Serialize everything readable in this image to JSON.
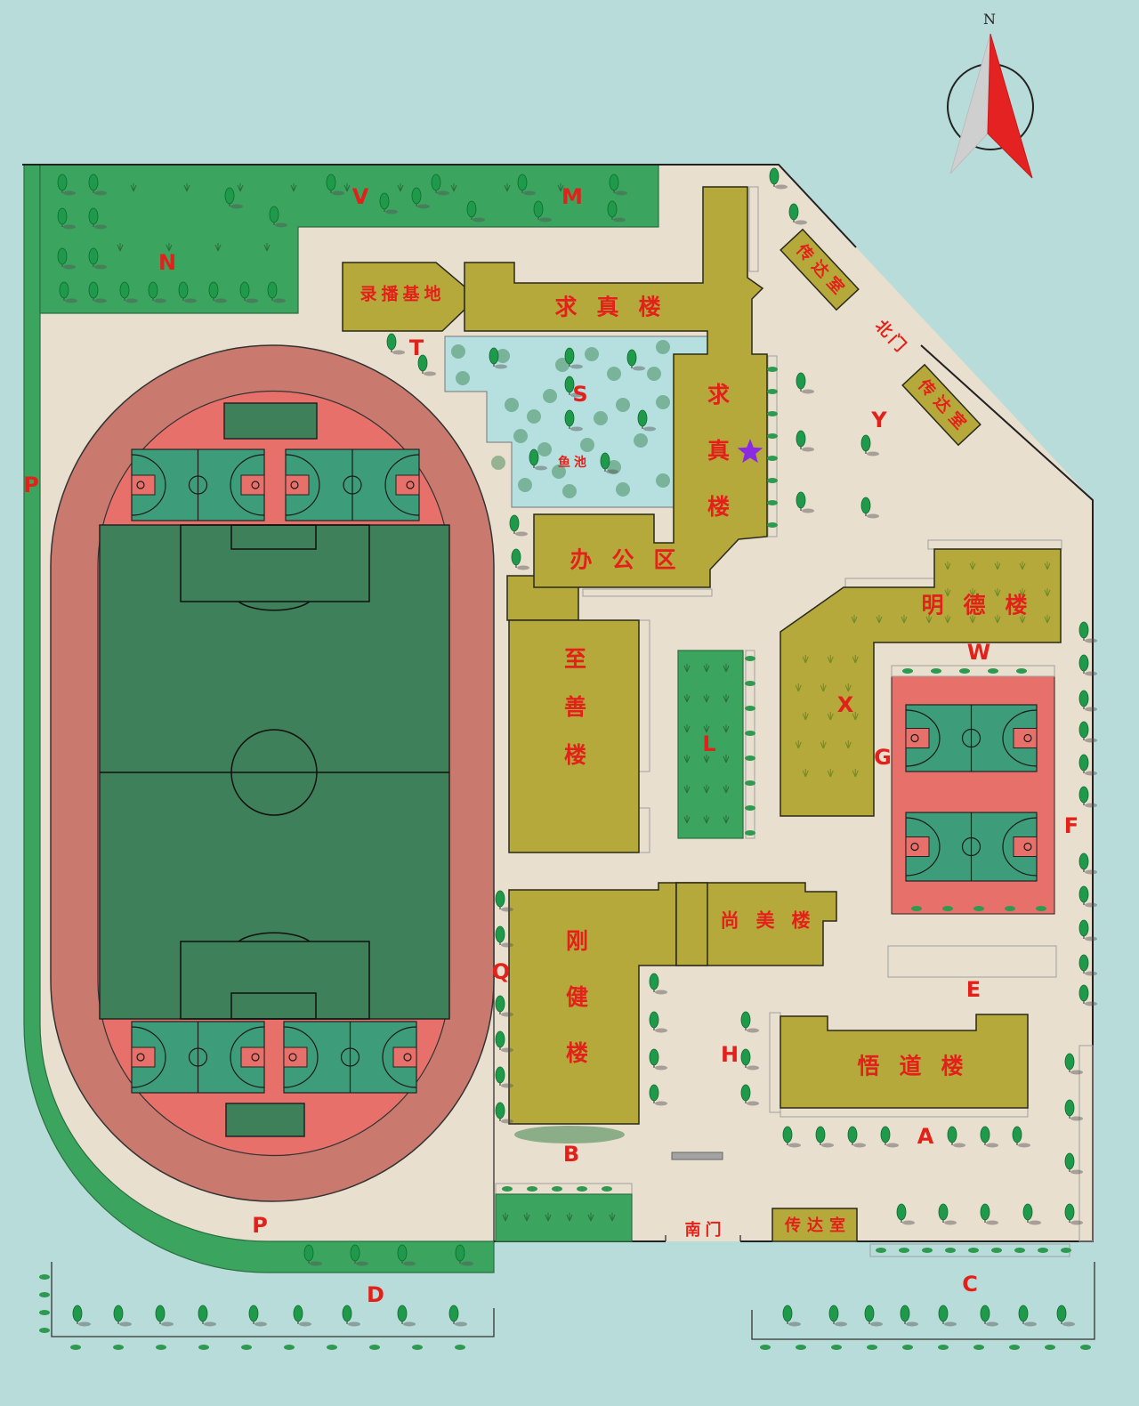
{
  "map": {
    "compass_north": "N",
    "zone_labels": {
      "v": "V",
      "m": "M",
      "n": "N",
      "t": "T",
      "s": "S",
      "y": "Y",
      "p_left": "P",
      "w": "W",
      "x": "X",
      "l": "L",
      "g": "G",
      "f": "F",
      "q": "Q",
      "e": "E",
      "h": "H",
      "a": "A",
      "b": "B",
      "p_bottom": "P",
      "d": "D",
      "c": "C"
    },
    "buildings": {
      "recording_base": "录播基地",
      "qiuzhen_horizontal": "求真楼",
      "qiuzhen_vertical": "求真楼",
      "office": "办公区",
      "mingde": "明德楼",
      "zhishan": "至善楼",
      "shangmei": "尚美楼",
      "gangjian": "刚健楼",
      "wudao": "悟道楼"
    },
    "guard_rooms": [
      "传达室",
      "传达室",
      "传达室"
    ],
    "gates": {
      "north": "北门",
      "south": "南门"
    },
    "pond": "鱼池",
    "marker_icon": "star-icon",
    "compass_icon": "compass-arrow-icon"
  },
  "colors": {
    "water": "#b8dcd9",
    "ground": "#e9dfcf",
    "lawn": "#3ba55f",
    "building": "#b6a93c",
    "track": "#c9796d",
    "inner": "#e8706a",
    "pitch": "#3e805a",
    "court": "#3d9d7b",
    "pond": "#b6e0e0",
    "label": "#e3211b",
    "marker": "#8a2be2"
  }
}
